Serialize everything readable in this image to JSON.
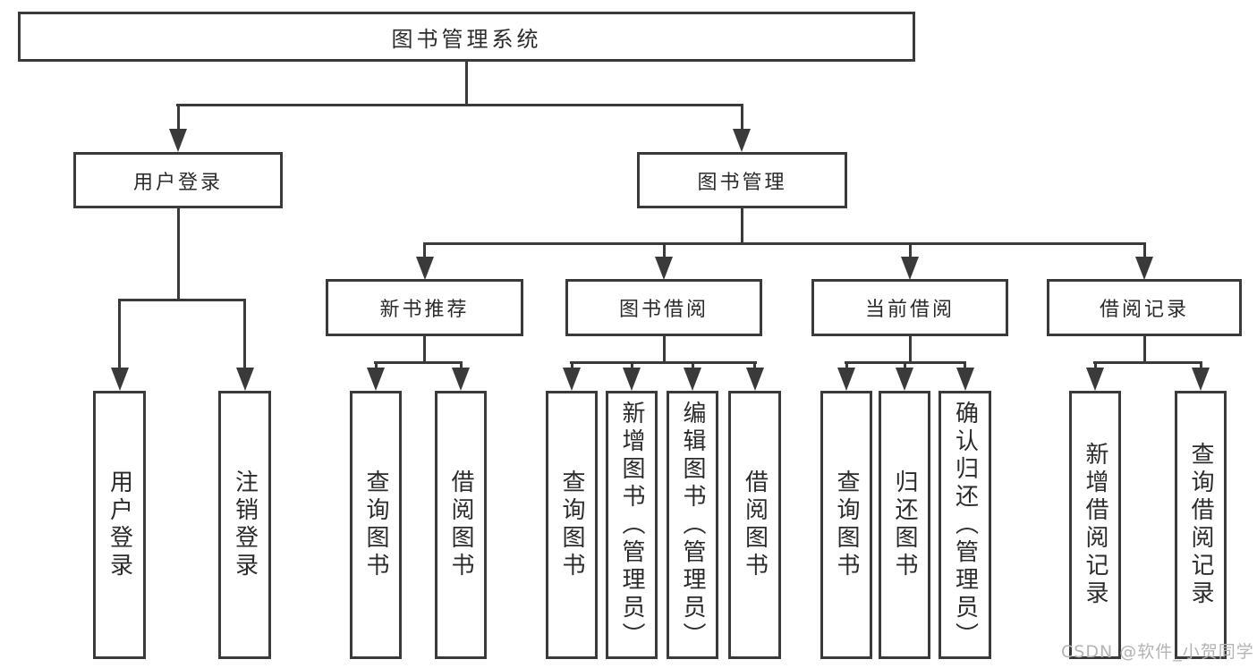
{
  "colors": {
    "line": "#3a3a3a",
    "text": "#2b2b2b",
    "background": "#ffffff",
    "watermark": "#b4b4b4"
  },
  "tree": {
    "label": "图书管理系统",
    "children": [
      {
        "label": "用户登录",
        "children": [
          {
            "label": "用户登录"
          },
          {
            "label": "注销登录"
          }
        ]
      },
      {
        "label": "图书管理",
        "children": [
          {
            "label": "新书推荐",
            "children": [
              {
                "label": "查询图书"
              },
              {
                "label": "借阅图书"
              }
            ]
          },
          {
            "label": "图书借阅",
            "children": [
              {
                "label": "查询图书"
              },
              {
                "label": "新增图书（管理员）"
              },
              {
                "label": "编辑图书（管理员）"
              },
              {
                "label": "借阅图书"
              }
            ]
          },
          {
            "label": "当前借阅",
            "children": [
              {
                "label": "查询图书"
              },
              {
                "label": "归还图书"
              },
              {
                "label": "确认归还（管理员）"
              }
            ]
          },
          {
            "label": "借阅记录",
            "children": [
              {
                "label": "新增借阅记录"
              },
              {
                "label": "查询借阅记录"
              }
            ]
          }
        ]
      }
    ]
  },
  "watermark": {
    "text": "CSDN @软件_小贺同学"
  }
}
